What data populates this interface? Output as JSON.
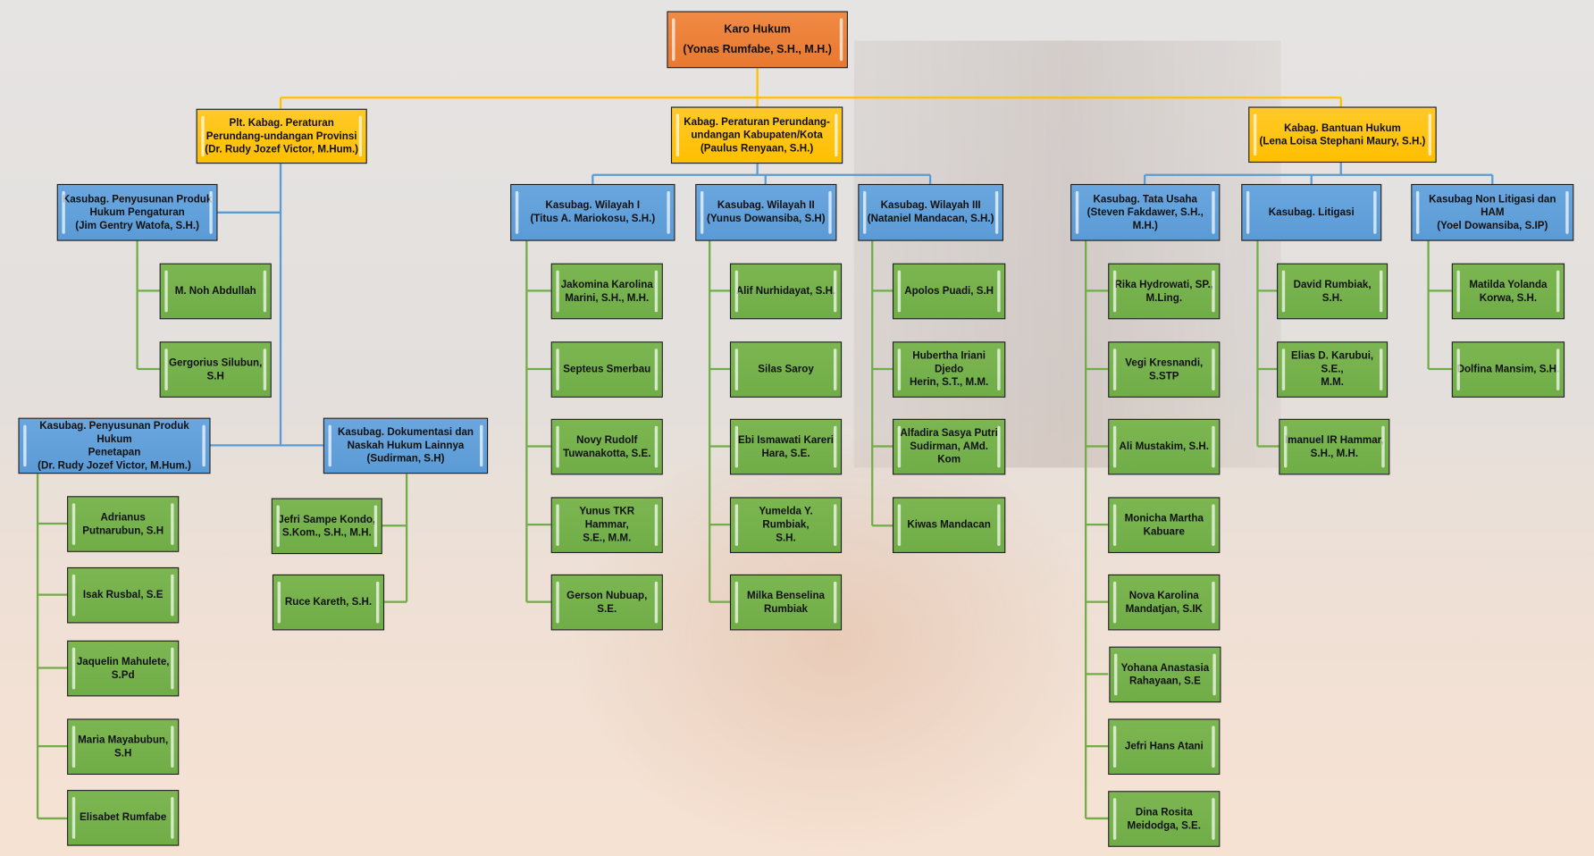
{
  "head": {
    "text": "Karo Hukum\n(Yonas Rumfabe, S.H., M.H.)"
  },
  "divisions": [
    {
      "text": "Plt. Kabag. Peraturan\nPerundang-undangan Provinsi\n(Dr. Rudy Jozef Victor, M.Hum.)",
      "units": [
        {
          "text": "Kasubag. Penyusunan Produk\nHukum Pengaturan\n(Jim Gentry Watofa, S.H.)",
          "members": [
            "M. Noh Abdullah",
            "Gergorius Silubun,\nS.H"
          ]
        },
        {
          "text": "Kasubag. Penyusunan Produk Hukum\nPenetapan\n(Dr. Rudy Jozef Victor, M.Hum.)",
          "members": [
            "Adrianus\nPutnarubun, S.H",
            "Isak Rusbal, S.E",
            "Jaquelin Mahulete,\nS.Pd",
            "Maria Mayabubun,\nS.H",
            "Elisabet Rumfabe"
          ]
        },
        {
          "text": "Kasubag. Dokumentasi dan\nNaskah Hukum Lainnya\n(Sudirman, S.H)",
          "members": [
            "Jefri Sampe Kondo,\nS.Kom., S.H., M.H.",
            "Ruce Kareth, S.H."
          ]
        }
      ]
    },
    {
      "text": "Kabag. Peraturan Perundang-\nundangan Kabupaten/Kota\n(Paulus Renyaan, S.H.)",
      "units": [
        {
          "text": "Kasubag. Wilayah I\n(Titus A. Mariokosu, S.H.)",
          "members": [
            "Jakomina Karolina\nMarini, S.H., M.H.",
            "Septeus Smerbau",
            "Novy Rudolf\nTuwanakotta, S.E.",
            "Yunus TKR Hammar,\nS.E., M.M.",
            "Gerson Nubuap, S.E."
          ]
        },
        {
          "text": "Kasubag. Wilayah II\n(Yunus Dowansiba, S.H)",
          "members": [
            "Alif Nurhidayat, S.H.",
            "Silas Saroy",
            "Ebi Ismawati Kareri\nHara, S.E.",
            "Yumelda Y. Rumbiak,\nS.H.",
            "Milka Benselina\nRumbiak"
          ]
        },
        {
          "text": "Kasubag. Wilayah III\n(Nataniel Mandacan, S.H.)",
          "members": [
            "Apolos Puadi, S.H",
            "Hubertha Iriani Djedo\nHerin, S.T., M.M.",
            "Alfadira Sasya Putri\nSudirman, AMd. Kom",
            "Kiwas Mandacan"
          ]
        }
      ]
    },
    {
      "text": "Kabag. Bantuan Hukum\n(Lena Loisa Stephani Maury, S.H.)",
      "units": [
        {
          "text": "Kasubag. Tata Usaha\n(Steven Fakdawer, S.H.,\nM.H.)",
          "members": [
            "Rika Hydrowati, SP.,\nM.Ling.",
            "Vegi Kresnandi, S.STP",
            "Ali Mustakim, S.H.",
            "Monicha Martha\nKabuare",
            "Nova Karolina\nMandatjan, S.IK",
            "Yohana Anastasia\nRahayaan, S.E",
            "Jefri Hans Atani",
            "Dina Rosita\nMeidodga, S.E."
          ]
        },
        {
          "text": "Kasubag. Litigasi",
          "members": [
            "David Rumbiak, S.H.",
            "Elias D. Karubui, S.E.,\nM.M.",
            "Imanuel IR Hammar,\nS.H., M.H."
          ]
        },
        {
          "text": "Kasubag Non Litigasi dan HAM\n(Yoel Dowansiba, S.IP)",
          "members": [
            "Matilda Yolanda\nKorwa, S.H.",
            "Dolfina Mansim, S.H."
          ]
        }
      ]
    }
  ],
  "colors": {
    "head": "#ed7d31",
    "division": "#ffc000",
    "unit": "#5b9bd5",
    "member": "#70ad47"
  }
}
